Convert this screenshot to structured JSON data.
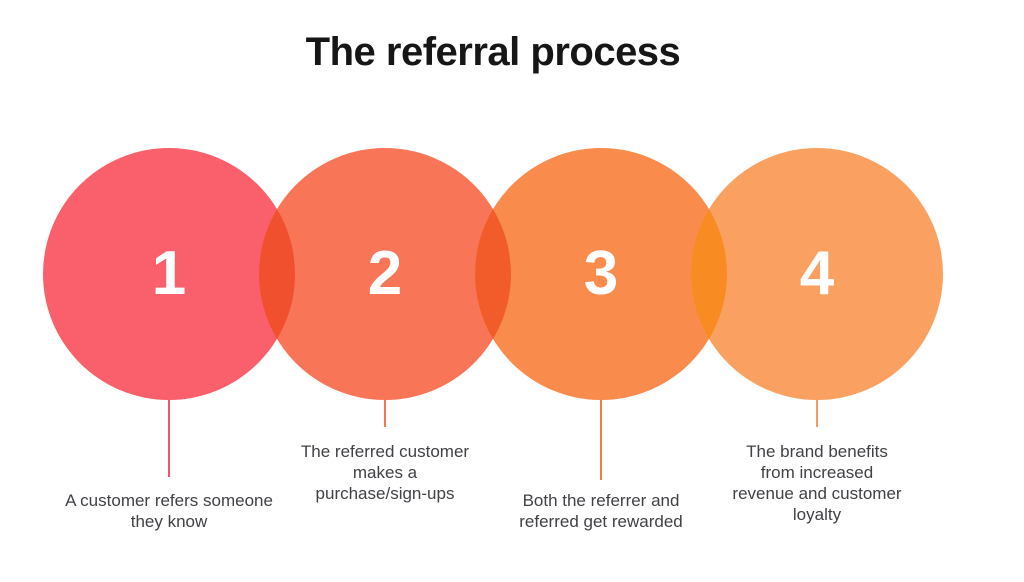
{
  "title": "The referral process",
  "palette": {
    "background": "#ffffff",
    "title_color": "#161616",
    "caption_color": "#414146",
    "number_color": "#ffffff"
  },
  "steps": [
    {
      "number": "1",
      "caption": "A customer refers someone\nthey know",
      "circle_color": "#FA5F6C",
      "line_color": "#F0566A"
    },
    {
      "number": "2",
      "caption": "The referred customer\nmakes a\npurchase/sign-ups",
      "circle_color": "#F97557",
      "line_color": "#F2755C"
    },
    {
      "number": "3",
      "caption": "Both the referrer and\nreferred get rewarded",
      "circle_color": "#F98C4D",
      "line_color": "#EE7F3F"
    },
    {
      "number": "4",
      "caption": "The brand benefits\nfrom increased\nrevenue and customer\nloyalty",
      "circle_color": "#FAA162",
      "line_color": "#F49A63"
    }
  ],
  "overlaps": [
    {
      "between": "1-2",
      "color": "#F1502F"
    },
    {
      "between": "2-3",
      "color": "#F15C2A"
    },
    {
      "between": "3-4",
      "color": "#F88C22"
    }
  ]
}
